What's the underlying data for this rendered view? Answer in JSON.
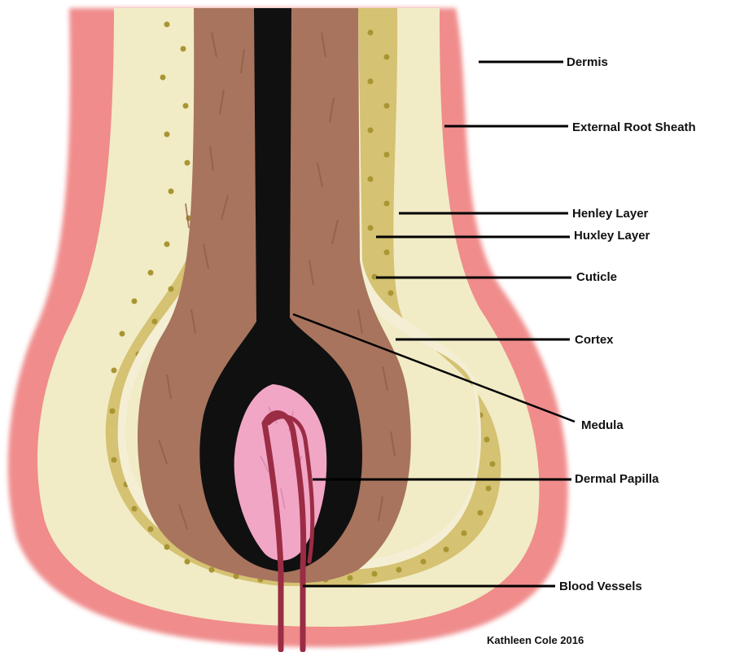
{
  "labels": {
    "dermis": "Dermis",
    "external_root_sheath": "External Root Sheath",
    "henley_layer": "Henley Layer",
    "huxley_layer": "Huxley Layer",
    "cuticle": "Cuticle",
    "cortex": "Cortex",
    "medula": "Medula",
    "dermal_papilla": "Dermal Papilla",
    "blood_vessels": "Blood Vessels"
  },
  "credit": "Kathleen Cole 2016",
  "colors": {
    "dermis": "#f08c8c",
    "external_root_sheath": "#f1ecc6",
    "henley_layer": "#d5c272",
    "henley_dots": "#a99532",
    "huxley_layer": "#f4efd4",
    "cortex": "#a8745e",
    "medulla": "#101010",
    "dermal_papilla": "#f2a6c6",
    "blood_vessels": "#9a2c44"
  }
}
